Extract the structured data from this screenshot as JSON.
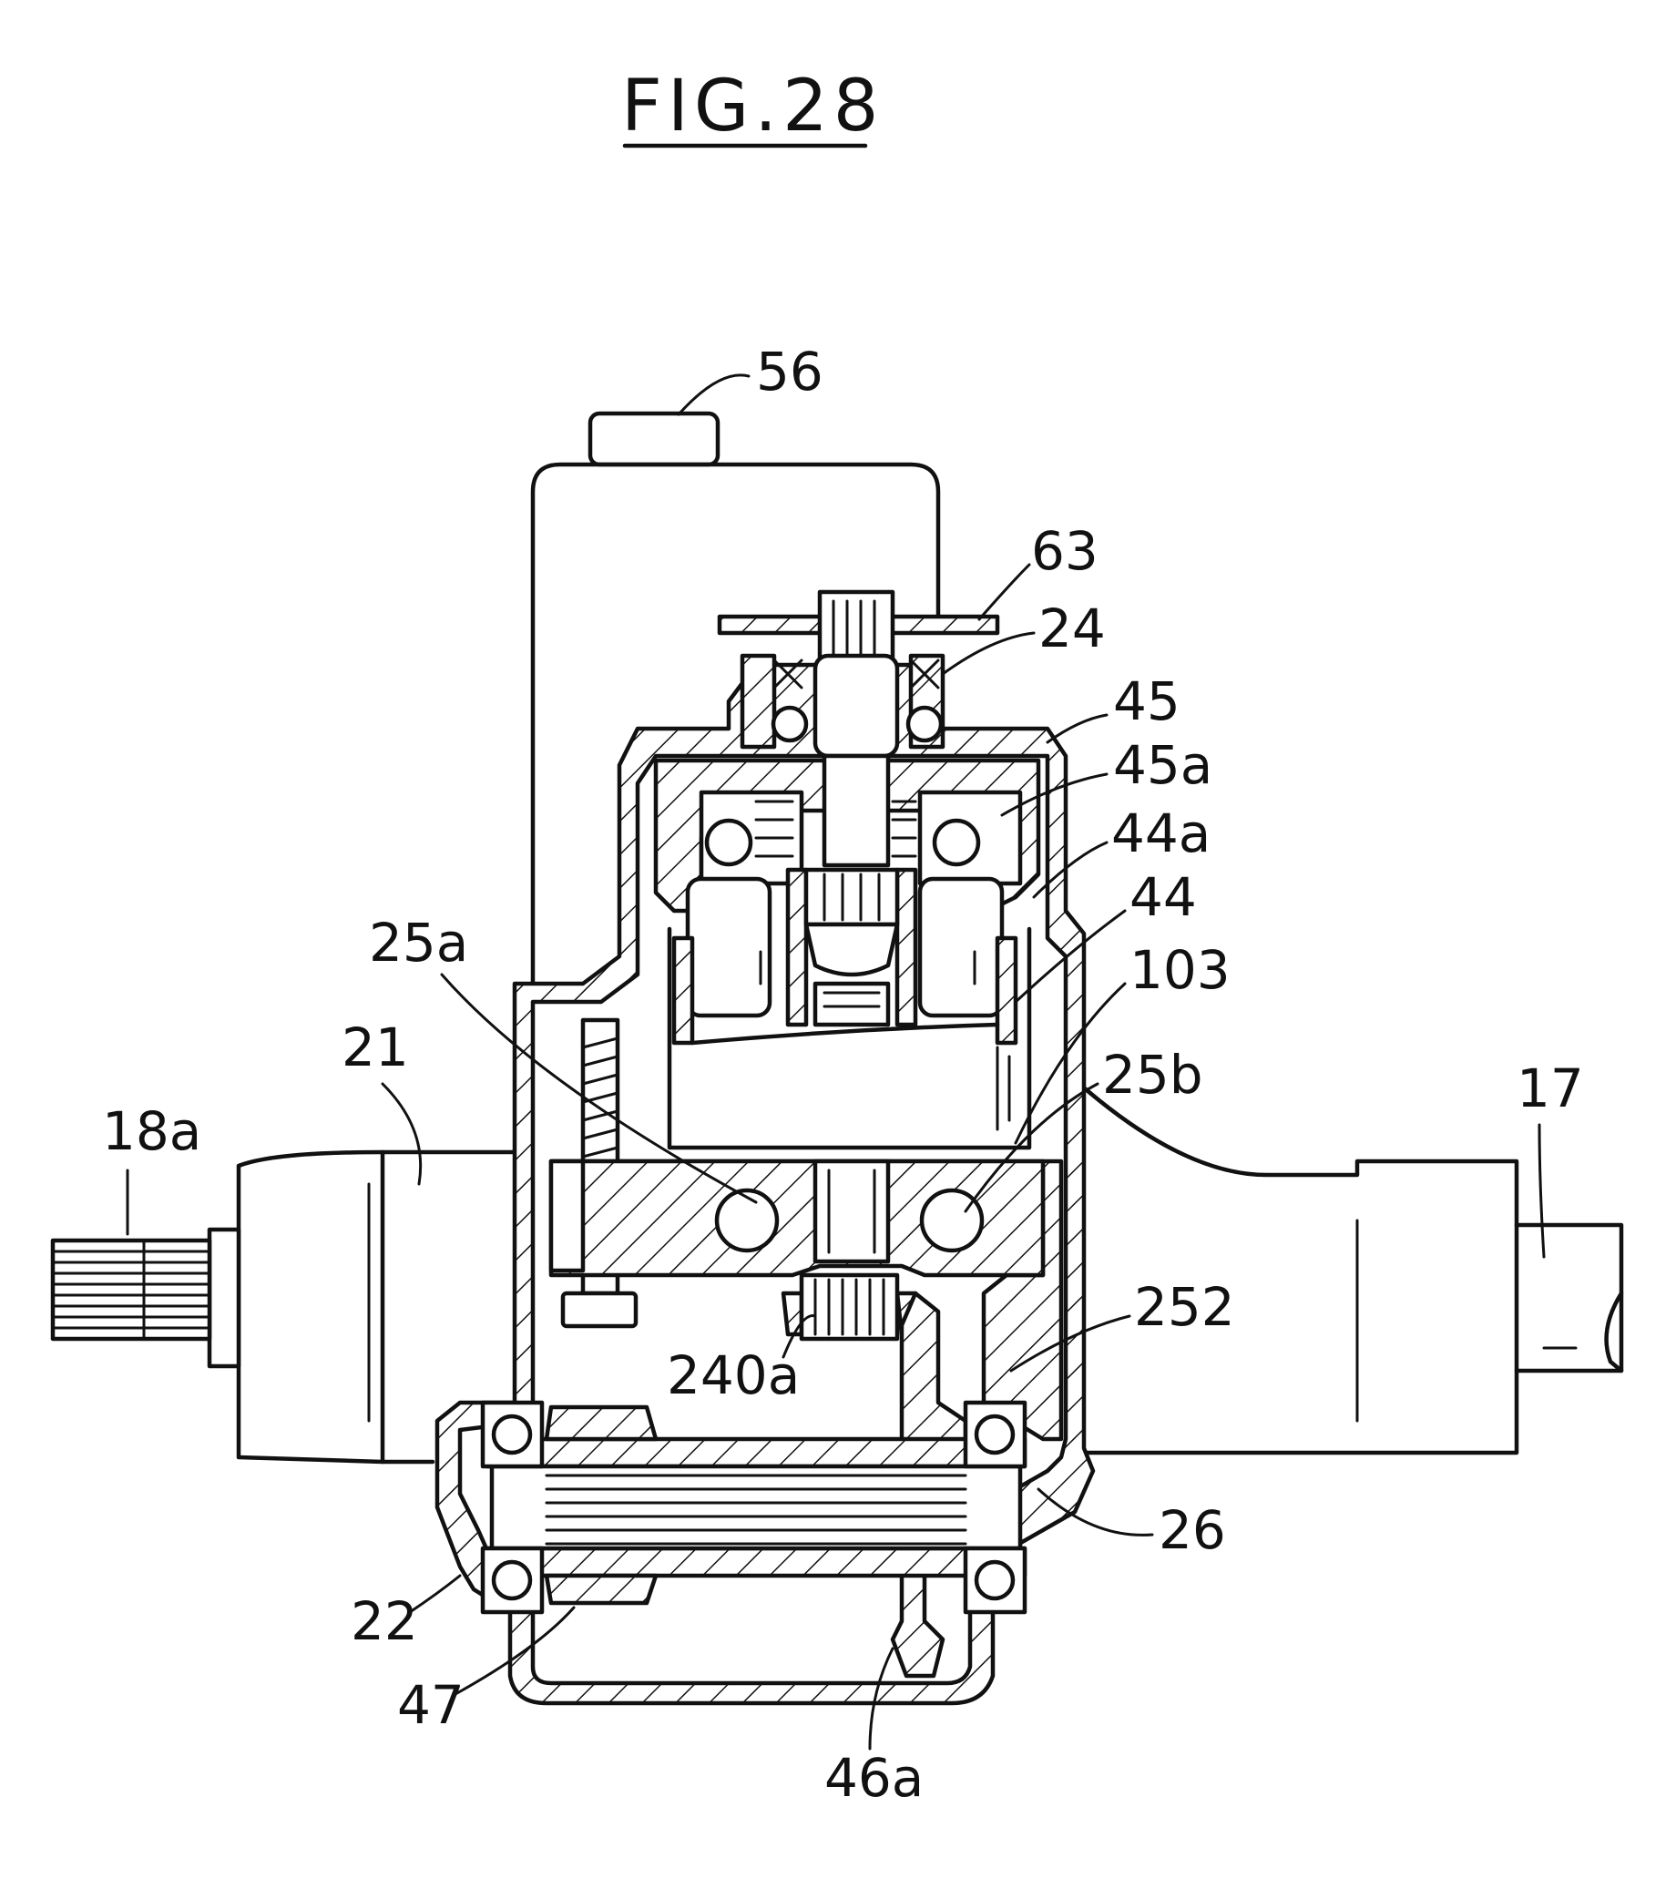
{
  "figure": {
    "title": "FIG.28"
  },
  "labels": {
    "l56": "56",
    "l63": "63",
    "l24": "24",
    "l45": "45",
    "l45a": "45a",
    "l44a": "44a",
    "l44": "44",
    "l103": "103",
    "l25a": "25a",
    "l25b": "25b",
    "l21": "21",
    "l18a": "18a",
    "l17": "17",
    "l252": "252",
    "l240a": "240a",
    "l26": "26",
    "l22": "22",
    "l47": "47",
    "l46a": "46a"
  }
}
